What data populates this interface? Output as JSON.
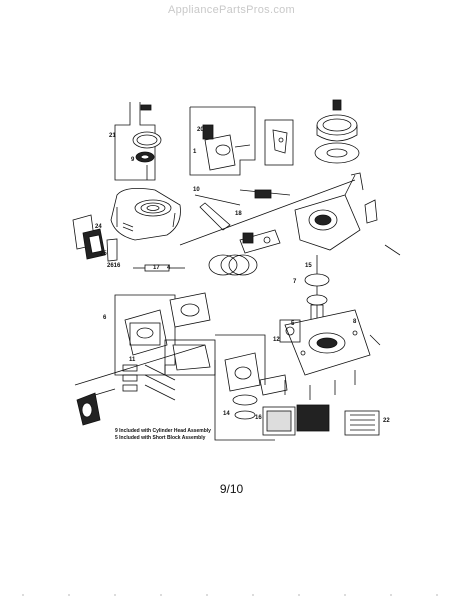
{
  "watermark": "AppliancePartsPros.com",
  "page_number": "9/10",
  "legend": {
    "line1": "9 Included with Cylinder Head Assembly",
    "line2": "5 Included with Short Block Assembly"
  },
  "callouts": [
    {
      "id": "c21",
      "text": "21"
    },
    {
      "id": "c20",
      "text": "20"
    },
    {
      "id": "c1",
      "text": "1"
    },
    {
      "id": "c9",
      "text": "9"
    },
    {
      "id": "c10",
      "text": "10"
    },
    {
      "id": "c18",
      "text": "18"
    },
    {
      "id": "c24",
      "text": "24"
    },
    {
      "id": "c25",
      "text": "25"
    },
    {
      "id": "c2616",
      "text": "2616"
    },
    {
      "id": "c17",
      "text": "17"
    },
    {
      "id": "c4",
      "text": "4"
    },
    {
      "id": "c15",
      "text": "15"
    },
    {
      "id": "c7",
      "text": "7"
    },
    {
      "id": "c6",
      "text": "6"
    },
    {
      "id": "c12",
      "text": "12"
    },
    {
      "id": "c5",
      "text": "5"
    },
    {
      "id": "c8",
      "text": "8"
    },
    {
      "id": "c11",
      "text": "11"
    },
    {
      "id": "c14",
      "text": "14"
    },
    {
      "id": "c16",
      "text": "16"
    },
    {
      "id": "c22",
      "text": "22"
    }
  ]
}
